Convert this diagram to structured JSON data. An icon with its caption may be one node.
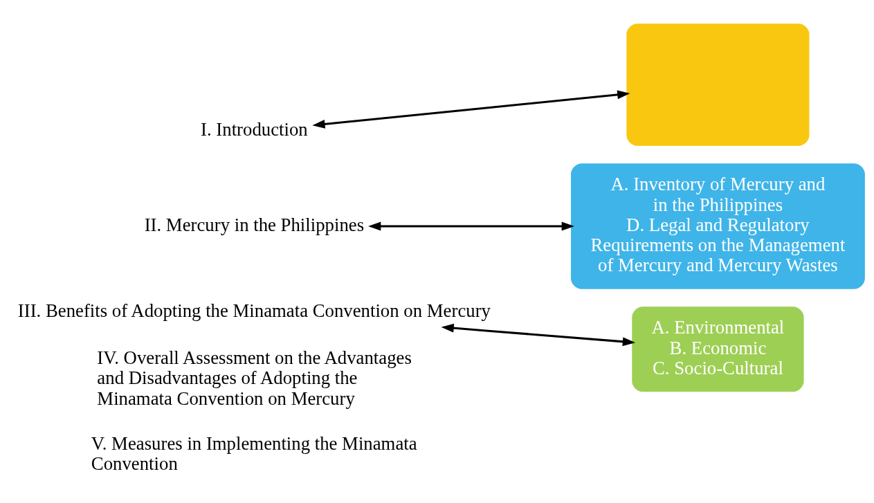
{
  "diagram": {
    "nodes": [
      {
        "text": [
          "I. Introduction"
        ]
      },
      {
        "text": [
          "II. Mercury in the Philippines"
        ]
      },
      {
        "text": [
          "III. Benefits of Adopting the Minamata Convention on Mercury"
        ]
      },
      {
        "text": [],
        "shape": "box"
      },
      {
        "text": [
          "A. Inventory of Mercury and",
          "in the Philippines",
          "D. Legal and Regulatory Requirements on the Management of Mercury and Mercury Wastes"
        ]
      },
      {
        "text": [
          "A. Environmental",
          "B. Economic",
          "C. Socio-Cultural"
        ]
      }
    ],
    "edges": [
      {
        "from": 0,
        "to": 3,
        "arrow": "both"
      },
      {
        "from": 1,
        "to": 4,
        "arrow": "both"
      },
      {
        "from": 2,
        "to": 5,
        "arrow": "both"
      }
    ],
    "labels": [
      "IV. Overall Assessment on the Advantages and Disadvantages of Adopting the Minamata Convention on Mercury",
      "V. Measures in Implementing the Minamata Convention"
    ]
  }
}
